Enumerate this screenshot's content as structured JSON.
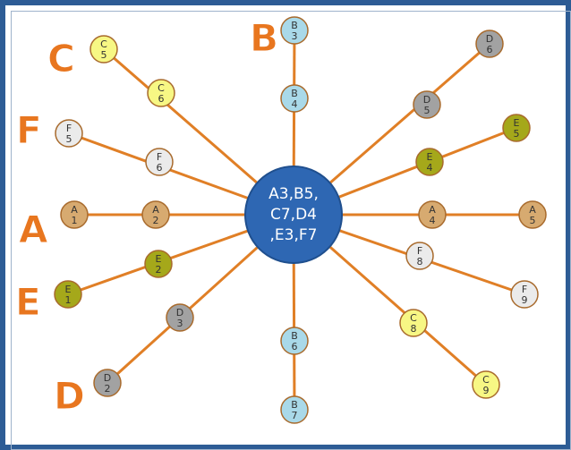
{
  "colors": {
    "frame": "#2d5c95",
    "edge": "#e07f26",
    "hub_fill": "#2e67b3",
    "hub_text": "#ffffff",
    "label": "#e8761f",
    "A": "#d7aa70",
    "B": "#a9d9e9",
    "C": "#f7f784",
    "D": "#a2a2a2",
    "E": "#a5a81a",
    "F": "#ebebeb"
  },
  "hub": {
    "lines": [
      "A3,B5,",
      "C7,D4",
      ",E3,F7"
    ]
  },
  "labels": {
    "A": "A",
    "B": "B",
    "C": "C",
    "D": "D",
    "E": "E",
    "F": "F"
  },
  "nodes": [
    {
      "id": "a1",
      "group": "A",
      "line1": "A",
      "line2": "1"
    },
    {
      "id": "a2",
      "group": "A",
      "line1": "A",
      "line2": "2"
    },
    {
      "id": "a4",
      "group": "A",
      "line1": "A",
      "line2": "4"
    },
    {
      "id": "a5",
      "group": "A",
      "line1": "A",
      "line2": "5"
    },
    {
      "id": "b3",
      "group": "B",
      "line1": "B",
      "line2": "3"
    },
    {
      "id": "b4",
      "group": "B",
      "line1": "B",
      "line2": "4"
    },
    {
      "id": "b6",
      "group": "B",
      "line1": "B",
      "line2": "6"
    },
    {
      "id": "b7",
      "group": "B",
      "line1": "B",
      "line2": "7"
    },
    {
      "id": "c5",
      "group": "C",
      "line1": "C",
      "line2": "5"
    },
    {
      "id": "c6",
      "group": "C",
      "line1": "C",
      "line2": "6"
    },
    {
      "id": "c8",
      "group": "C",
      "line1": "C",
      "line2": "8"
    },
    {
      "id": "c9",
      "group": "C",
      "line1": "C",
      "line2": "9"
    },
    {
      "id": "d2",
      "group": "D",
      "line1": "D",
      "line2": "2"
    },
    {
      "id": "d3",
      "group": "D",
      "line1": "D",
      "line2": "3"
    },
    {
      "id": "d5",
      "group": "D",
      "line1": "D",
      "line2": "5"
    },
    {
      "id": "d6",
      "group": "D",
      "line1": "D",
      "line2": "6"
    },
    {
      "id": "e1",
      "group": "E",
      "line1": "E",
      "line2": "1"
    },
    {
      "id": "e2",
      "group": "E",
      "line1": "E",
      "line2": "2"
    },
    {
      "id": "e4",
      "group": "E",
      "line1": "E",
      "line2": "4"
    },
    {
      "id": "e5",
      "group": "E",
      "line1": "E",
      "line2": "5"
    },
    {
      "id": "f5",
      "group": "F",
      "line1": "F",
      "line2": "5"
    },
    {
      "id": "f6",
      "group": "F",
      "line1": "F",
      "line2": "6"
    },
    {
      "id": "f8",
      "group": "F",
      "line1": "F",
      "line2": "8"
    },
    {
      "id": "f9",
      "group": "F",
      "line1": "F",
      "line2": "9"
    }
  ]
}
